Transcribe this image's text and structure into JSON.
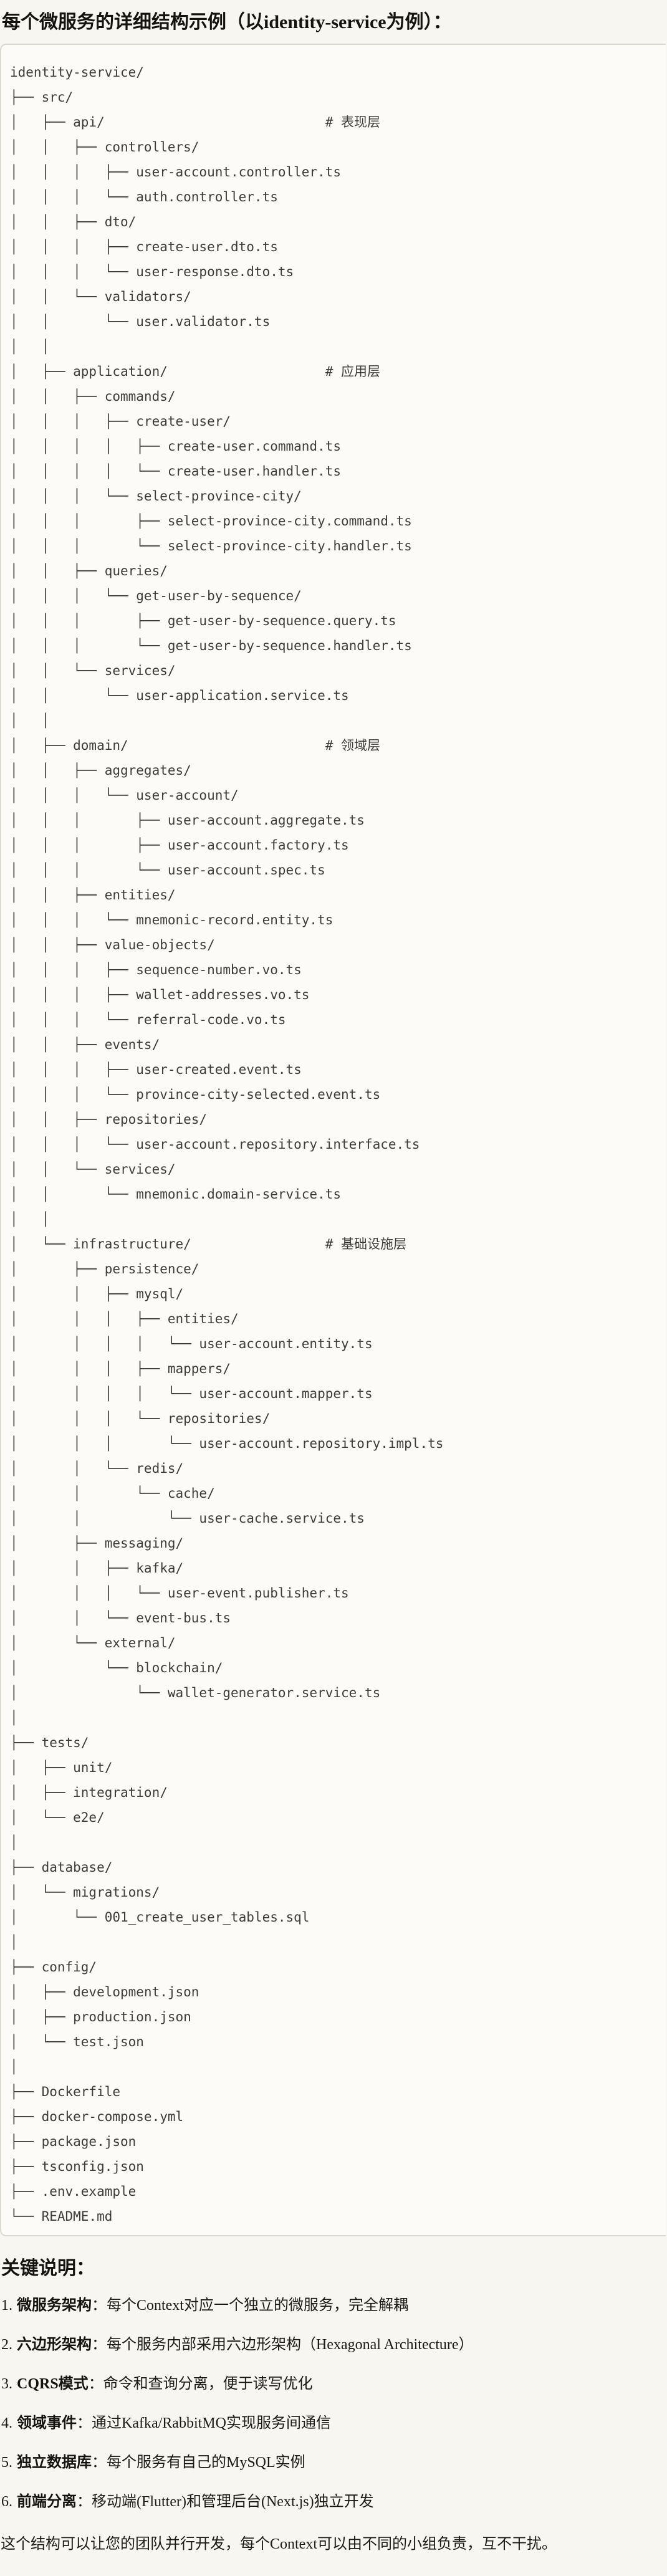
{
  "title": "每个微服务的详细结构示例（以identity-service为例）：",
  "tree": {
    "lines": [
      "identity-service/",
      "├── src/",
      "│   ├── api/                            # 表现层",
      "│   │   ├── controllers/",
      "│   │   │   ├── user-account.controller.ts",
      "│   │   │   └── auth.controller.ts",
      "│   │   ├── dto/",
      "│   │   │   ├── create-user.dto.ts",
      "│   │   │   └── user-response.dto.ts",
      "│   │   └── validators/",
      "│   │       └── user.validator.ts",
      "│   │",
      "│   ├── application/                    # 应用层",
      "│   │   ├── commands/",
      "│   │   │   ├── create-user/",
      "│   │   │   │   ├── create-user.command.ts",
      "│   │   │   │   └── create-user.handler.ts",
      "│   │   │   └── select-province-city/",
      "│   │   │       ├── select-province-city.command.ts",
      "│   │   │       └── select-province-city.handler.ts",
      "│   │   ├── queries/",
      "│   │   │   └── get-user-by-sequence/",
      "│   │   │       ├── get-user-by-sequence.query.ts",
      "│   │   │       └── get-user-by-sequence.handler.ts",
      "│   │   └── services/",
      "│   │       └── user-application.service.ts",
      "│   │",
      "│   ├── domain/                         # 领域层",
      "│   │   ├── aggregates/",
      "│   │   │   └── user-account/",
      "│   │   │       ├── user-account.aggregate.ts",
      "│   │   │       ├── user-account.factory.ts",
      "│   │   │       └── user-account.spec.ts",
      "│   │   ├── entities/",
      "│   │   │   └── mnemonic-record.entity.ts",
      "│   │   ├── value-objects/",
      "│   │   │   ├── sequence-number.vo.ts",
      "│   │   │   ├── wallet-addresses.vo.ts",
      "│   │   │   └── referral-code.vo.ts",
      "│   │   ├── events/",
      "│   │   │   ├── user-created.event.ts",
      "│   │   │   └── province-city-selected.event.ts",
      "│   │   ├── repositories/",
      "│   │   │   └── user-account.repository.interface.ts",
      "│   │   └── services/",
      "│   │       └── mnemonic.domain-service.ts",
      "│   │",
      "│   └── infrastructure/                 # 基础设施层",
      "│       ├── persistence/",
      "│       │   ├── mysql/",
      "│       │   │   ├── entities/",
      "│       │   │   │   └── user-account.entity.ts",
      "│       │   │   ├── mappers/",
      "│       │   │   │   └── user-account.mapper.ts",
      "│       │   │   └── repositories/",
      "│       │   │       └── user-account.repository.impl.ts",
      "│       │   └── redis/",
      "│       │       └── cache/",
      "│       │           └── user-cache.service.ts",
      "│       ├── messaging/",
      "│       │   ├── kafka/",
      "│       │   │   └── user-event.publisher.ts",
      "│       │   └── event-bus.ts",
      "│       └── external/",
      "│           └── blockchain/",
      "│               └── wallet-generator.service.ts",
      "│",
      "├── tests/",
      "│   ├── unit/",
      "│   ├── integration/",
      "│   └── e2e/",
      "│",
      "├── database/",
      "│   └── migrations/",
      "│       └── 001_create_user_tables.sql",
      "│",
      "├── config/",
      "│   ├── development.json",
      "│   ├── production.json",
      "│   └── test.json",
      "│",
      "├── Dockerfile",
      "├── docker-compose.yml",
      "├── package.json",
      "├── tsconfig.json",
      "├── .env.example",
      "└── README.md"
    ]
  },
  "notes": {
    "heading": "关键说明：",
    "items": [
      {
        "num": "1.",
        "term": "微服务架构",
        "desc": "：每个Context对应一个独立的微服务，完全解耦"
      },
      {
        "num": "2.",
        "term": "六边形架构",
        "desc": "：每个服务内部采用六边形架构（Hexagonal Architecture）"
      },
      {
        "num": "3.",
        "term": "CQRS模式",
        "desc": "：命令和查询分离，便于读写优化"
      },
      {
        "num": "4.",
        "term": "领域事件",
        "desc": "：通过Kafka/RabbitMQ实现服务间通信"
      },
      {
        "num": "5.",
        "term": "独立数据库",
        "desc": "：每个服务有自己的MySQL实例"
      },
      {
        "num": "6.",
        "term": "前端分离",
        "desc": "：移动端(Flutter)和管理后台(Next.js)独立开发"
      }
    ]
  },
  "footer": "这个结构可以让您的团队并行开发，每个Context可以由不同的小组负责，互不干扰。"
}
